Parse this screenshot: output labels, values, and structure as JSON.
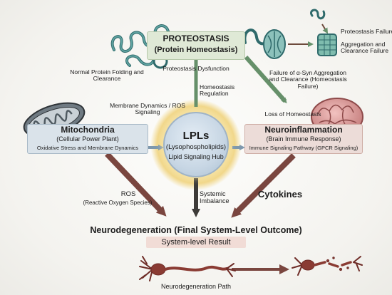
{
  "center": {
    "title": "LPLs",
    "subtitle": "(Lysophospholipids)",
    "caption": "Lipid Signaling Hub"
  },
  "proteostasis": {
    "title": "PROTEOSTASIS",
    "subtitle": "(Protein Homeostasis)",
    "left_label": "Normal Protein Folding and Clearance",
    "right_label_1": "Proteostasis Failure",
    "right_label_2": "Aggregation and Clearance Failure"
  },
  "mitochondria": {
    "title": "Mitochondria",
    "subtitle": "(Cellular Power Plant)",
    "caption": "Oxidative Stress and Membrane Dynamics"
  },
  "neuroinflammation": {
    "title": "Neuroinflammation",
    "subtitle": "(Brain Immune Response)",
    "caption": "Immune Signaling Pathway (GPCR Signaling)"
  },
  "links": {
    "proteostasis_dysfunction": "Proteostasis Dysfunction",
    "homeostasis_regulation": "Homeostasis Regulation",
    "membrane_dynamics": "Membrane Dynamics / ROS Signaling",
    "failure_synuclein": "Failure of α-Syn Aggregation and Clearance (Homeostasis Failure)",
    "loss_homeostasis": "Loss of Homeostasis",
    "ros": "ROS",
    "ros_sub": "(Reactive Oxygen Species)",
    "systemic_imbalance": "Systemic Imbalance",
    "cytokines": "Cytokines"
  },
  "outcome": {
    "title": "Neurodegeneration (Final System-Level Outcome)",
    "subtitle": "System-level Result",
    "path_label": "Neurodegeneration Path"
  },
  "colors": {
    "proteostasis": "#dfe9d6",
    "mitochondria": "#dae3ea",
    "neuro": "#ecdcd8",
    "outcome": "#f1dcd6",
    "hub": "#f7e7a8",
    "arrow_green": "#66906a",
    "arrow_blue": "#7e98ad",
    "arrow_red": "#7a463f",
    "arrow_dark": "#3d3b38"
  }
}
